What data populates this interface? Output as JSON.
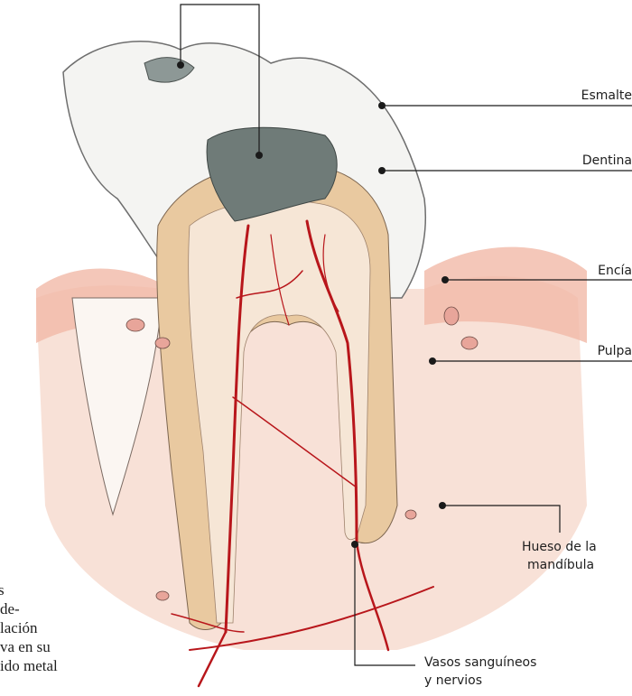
{
  "labels": {
    "esmalte": "Esmalte",
    "dentina": "Dentina",
    "encia": "Encía",
    "pulpa": "Pulpa",
    "hueso_line1": "Hueso de la",
    "hueso_line2": "mandíbula",
    "vasos_line1": "Vasos sanguíneos",
    "vasos_line2": "y nervios"
  },
  "side_text": {
    "line1": "s",
    "line2": "de-",
    "line3": "lación",
    "line4": "va  en  su",
    "line5": "ido metal"
  },
  "colors": {
    "enamel": "#f4f4f2",
    "dentin": "#e9c9a0",
    "pulp": "#f6e6d6",
    "gum": "#f1b9a8",
    "bone": "#f7dcd0",
    "vessel": "#b8161b",
    "decay": "#6f7b78",
    "line": "#1a1a1a"
  }
}
